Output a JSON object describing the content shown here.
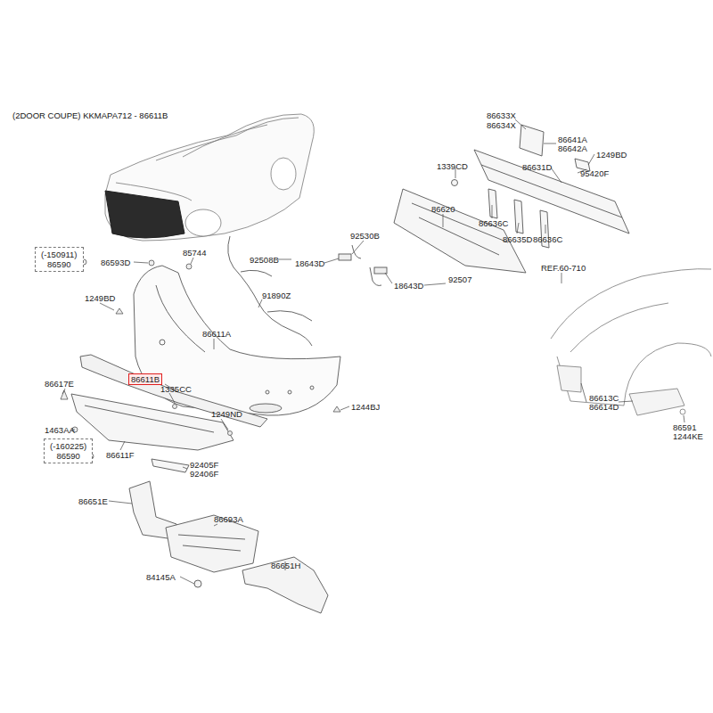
{
  "diagram": {
    "title": "(2DOOR COUPE) KKMAPA712 - 86611B",
    "nodes": [
      {
        "text": [
          "(-150911)",
          "86590"
        ]
      },
      {
        "text": [
          "86611B"
        ]
      },
      {
        "text": [
          "(-160225)",
          "86590"
        ]
      }
    ],
    "labels": [
      "86633X",
      "86634X",
      "86641A",
      "86642A",
      "1249BD",
      "1339CD",
      "86631D",
      "95420F",
      "86620",
      "86636C",
      "86635D",
      "86636C",
      "92530B",
      "92508B",
      "18643D",
      "18643D",
      "92507",
      "REF.60-710",
      "85744",
      "86593D",
      "91890Z",
      "1249BD",
      "86611A",
      "86617E",
      "1335CC",
      "1249ND",
      "1244BJ",
      "86613C",
      "86614D",
      "86591",
      "1244KE",
      "1463AA",
      "86611F",
      "92405F",
      "92406F",
      "86651E",
      "86693A",
      "84145A",
      "86651H"
    ]
  }
}
